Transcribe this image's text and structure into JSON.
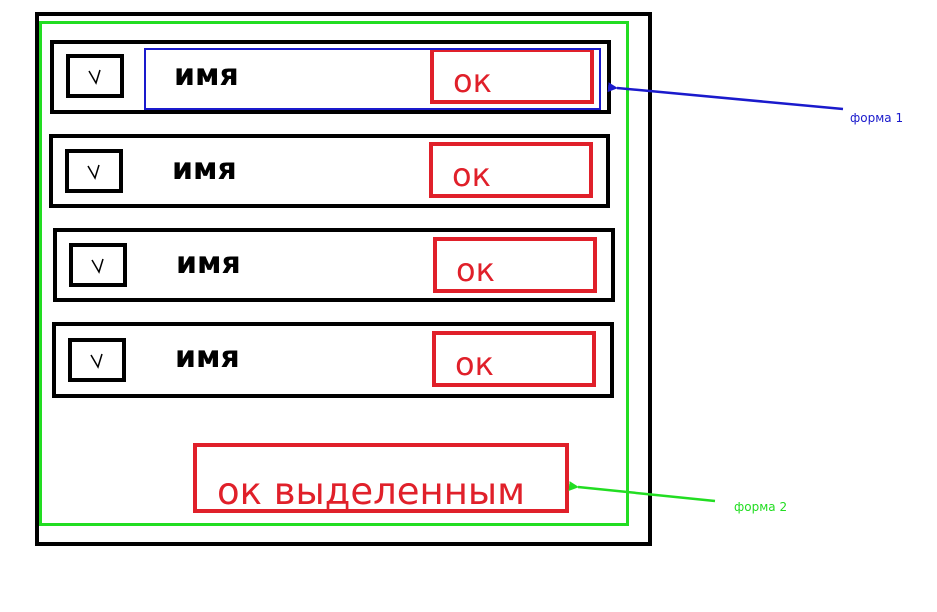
{
  "rows": [
    {
      "name": "имя",
      "ok": "ок"
    },
    {
      "name": "имя",
      "ok": "ок"
    },
    {
      "name": "имя",
      "ok": "ок"
    },
    {
      "name": "имя",
      "ok": "ок"
    }
  ],
  "ok_selected_label": "ок выделенным",
  "annotations": {
    "form1": "форма 1",
    "form2": "форма 2"
  },
  "colors": {
    "frame": "#000000",
    "form1_accent": "#1a1acc",
    "form2_accent": "#22dd22",
    "button": "#e0202a"
  },
  "icons": {
    "checkbox_mark": "check-icon"
  }
}
